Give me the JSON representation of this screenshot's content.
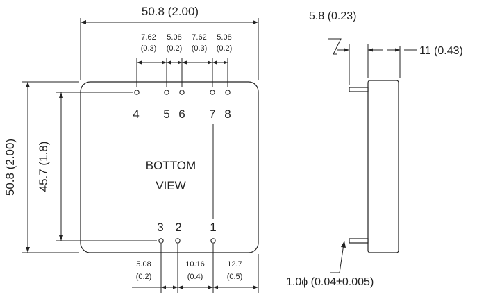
{
  "bottom_view": {
    "label_line1": "BOTTOM",
    "label_line2": "VIEW",
    "top_pins": [
      "4",
      "5",
      "6",
      "7",
      "8"
    ],
    "bottom_pins": [
      "3",
      "2",
      "1"
    ]
  },
  "dimensions": {
    "overall_width": "50.8 (2.00)",
    "overall_height": "50.8 (2.00)",
    "pin_row_span": "45.7 (1.8)",
    "top_pitch": [
      {
        "mm": "7.62",
        "inch": "(0.3)"
      },
      {
        "mm": "5.08",
        "inch": "(0.2)"
      },
      {
        "mm": "7.62",
        "inch": "(0.3)"
      },
      {
        "mm": "5.08",
        "inch": "(0.2)"
      }
    ],
    "bottom_pitch": [
      {
        "mm": "5.08",
        "inch": "(0.2)"
      },
      {
        "mm": "10.16",
        "inch": "(0.4)"
      },
      {
        "mm": "12.7",
        "inch": "(0.5)"
      }
    ]
  },
  "side_view": {
    "pin_length": "5.8 (0.23)",
    "body_thickness": "11 (0.43)",
    "pin_diameter": "1.0ϕ (0.04±0.005)"
  }
}
